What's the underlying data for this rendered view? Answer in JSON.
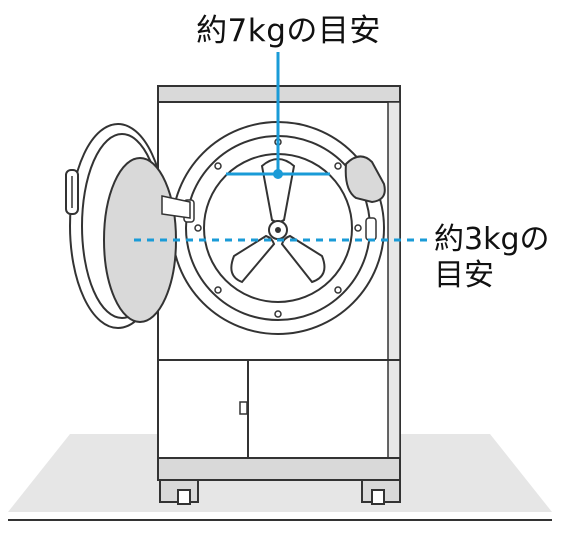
{
  "labels": {
    "top": "約7kgの目安",
    "right_line1": "約3kgの",
    "right_line2": "目安"
  },
  "colors": {
    "indicator": "#1a9bd7",
    "outline": "#333333",
    "floor": "#e6e6e6"
  }
}
